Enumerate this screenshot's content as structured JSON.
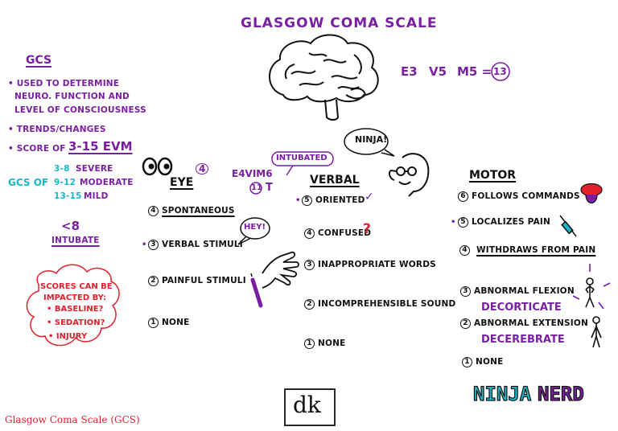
{
  "title": "GLASGOW COMA SCALE",
  "formula": {
    "e": "E3",
    "v": "V5",
    "m": "M5 =",
    "total": "13"
  },
  "gcs": {
    "heading": "GCS",
    "bullets": [
      "• USED TO DETERMINE",
      "NEURO. FUNCTION AND",
      "LEVEL OF CONSCIOUSNESS",
      "• TRENDS/CHANGES",
      "• SCORE OF",
      "3-15 EVM"
    ],
    "gcs_of": "GCS OF",
    "severity": [
      {
        "range": "3-8",
        "label": "SEVERE"
      },
      {
        "range": "9-12",
        "label": "MODERATE"
      },
      {
        "range": "13-15",
        "label": "MILD"
      }
    ],
    "lt8": "<8",
    "intubate": "INTUBATE"
  },
  "impact": {
    "heading1": "SCORES CAN BE",
    "heading2": "IMPACTED BY:",
    "items": [
      "• BASELINE?",
      "• SEDATION?",
      "• INJURY"
    ]
  },
  "eye": {
    "heading": "EYE",
    "score_label": "4",
    "items": [
      "SPONTANEOUS",
      "VERBAL STIMULI",
      "PAINFUL STIMULI",
      "NONE"
    ],
    "numbers": [
      "4",
      "3",
      "2",
      "1"
    ],
    "hey": "HEY!"
  },
  "intubated_note": {
    "label": "INTUBATED",
    "code": "E4VIM6",
    "eleven": "11",
    "t": "T"
  },
  "verbal": {
    "heading": "VERBAL",
    "ninja": "NINJA!",
    "items": [
      "ORIENTED",
      "CONFUSED",
      "INAPPROPRIATE WORDS",
      "INCOMPREHENSIBLE SOUND",
      "NONE"
    ],
    "numbers": [
      "5",
      "4",
      "3",
      "2",
      "1"
    ],
    "check": "✓",
    "question": "?"
  },
  "motor": {
    "heading": "MOTOR",
    "items": [
      "FOLLOWS COMMANDS",
      "LOCALIZES PAIN",
      "WITHDRAWS FROM PAIN",
      "ABNORMAL FLEXION",
      "ABNORMAL EXTENSION",
      "NONE"
    ],
    "numbers": [
      "6",
      "5",
      "4",
      "3",
      "2",
      "1"
    ],
    "decorticate": "DECORTICATE",
    "decerebrate": "DECEREBRATE"
  },
  "footer": {
    "caption": "Glasgow Coma Scale (GCS)",
    "dk": "dk",
    "brand_ninja": "NINJA",
    "brand_nerd": "NERD"
  },
  "colors": {
    "purple": "#7a1fa2",
    "cyan": "#19b7c9",
    "red": "#e0212b",
    "ink": "#111111"
  }
}
